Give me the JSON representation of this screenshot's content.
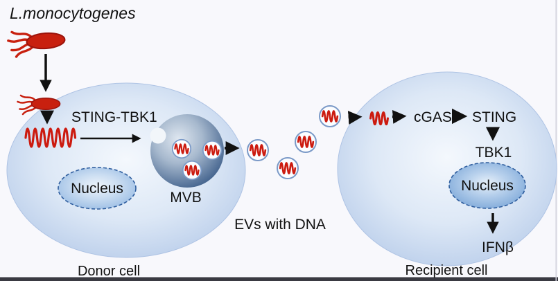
{
  "title": {
    "pathogen_label": "L.monocytogenes"
  },
  "donor_cell": {
    "label": "Donor cell",
    "sting_tbk1_label": "STING-TBK1",
    "nucleus_label": "Nucleus",
    "mvb_label": "MVB"
  },
  "transfer": {
    "evs_label": "EVs with DNA"
  },
  "recipient_cell": {
    "label": "Recipient cell",
    "cgas_label": "cGAS",
    "sting_label": "STING",
    "tbk1_label": "TBK1",
    "nucleus_label": "Nucleus",
    "ifnb_label": "IFNβ"
  },
  "colors": {
    "background": "#f8f8fc",
    "bacteria_red": "#c8200f",
    "bacteria_outline": "#9b130b",
    "dna_red": "#cc1b10",
    "donor_label_red": "#c23434",
    "recipient_label_blue": "#2424b8",
    "cell_edge_blue": "#b9cdea",
    "mvb_edge_blue": "#41618c",
    "ev_border_blue": "#7a99c7",
    "nucleus_border_blue": "#2e5d9e",
    "arrow_black": "#111111",
    "bottom_bar": "#3a3a42"
  }
}
